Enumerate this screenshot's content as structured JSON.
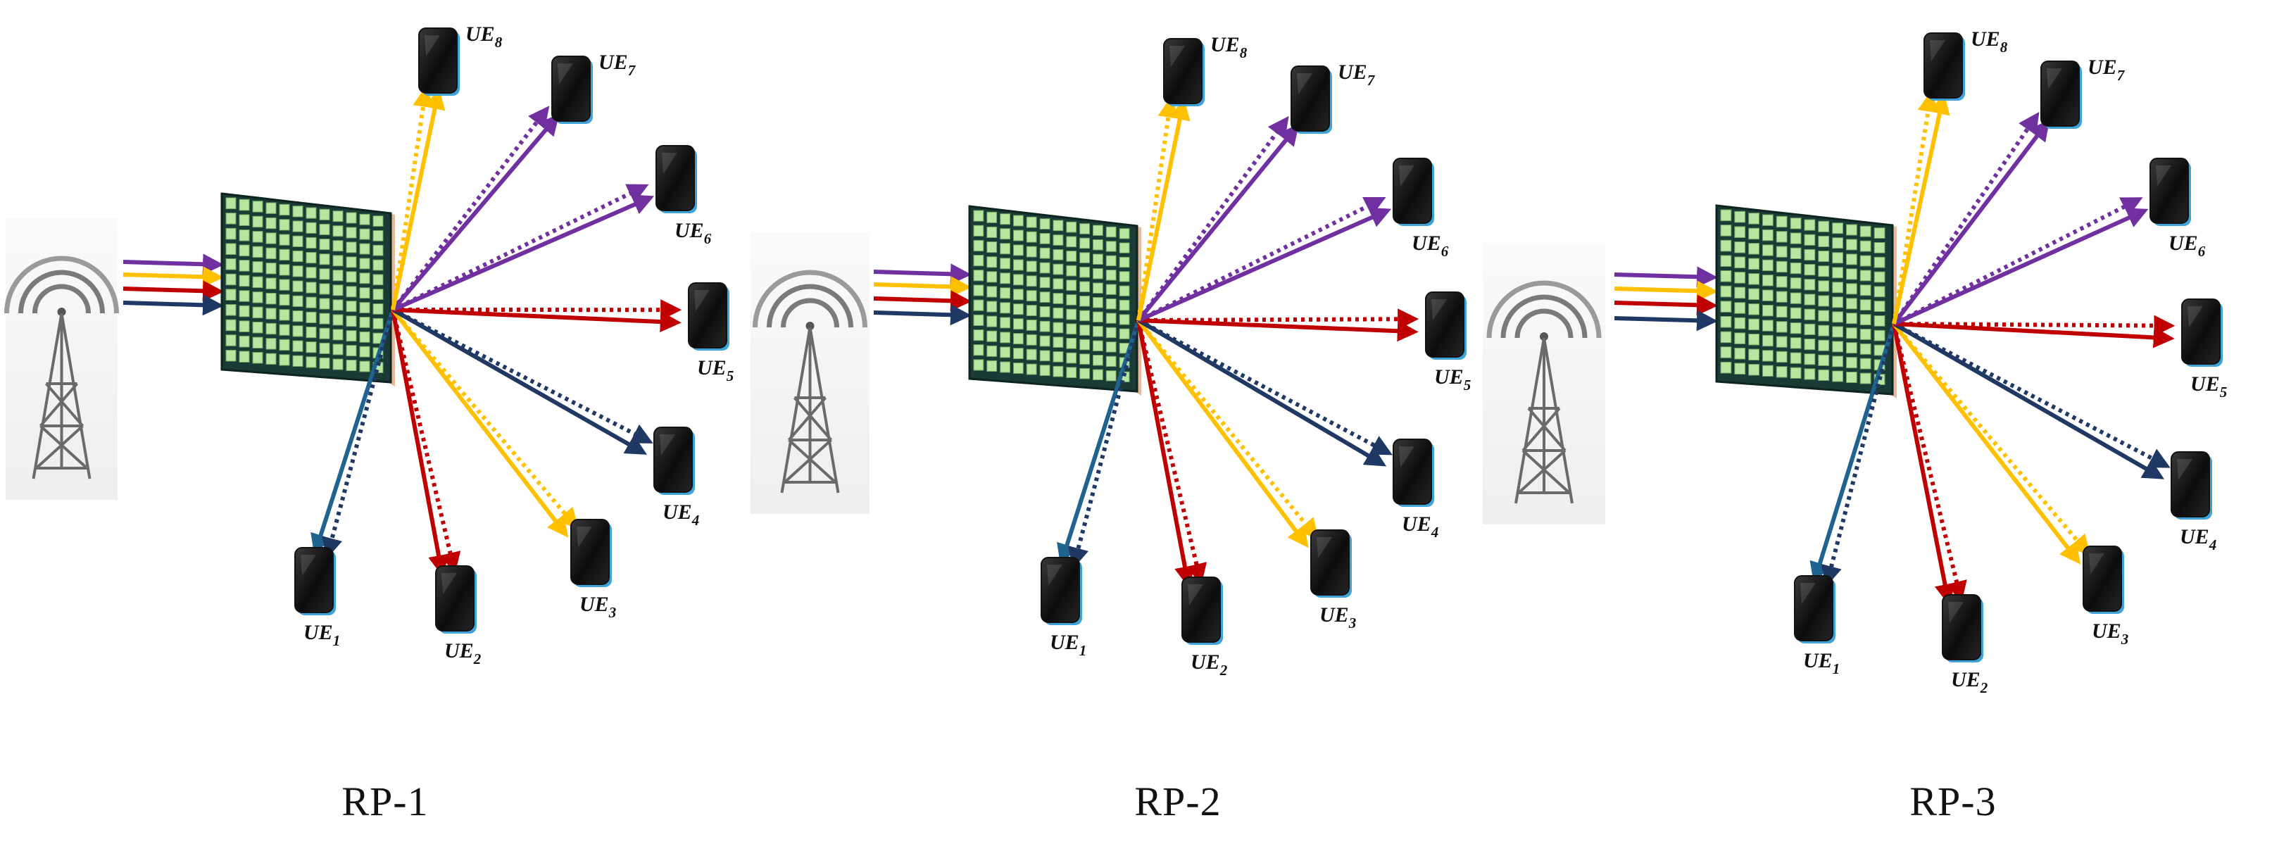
{
  "panels": [
    {
      "label": "RP-1",
      "ues": [
        {
          "name": "UE",
          "sub": "1"
        },
        {
          "name": "UE",
          "sub": "2"
        },
        {
          "name": "UE",
          "sub": "3"
        },
        {
          "name": "UE",
          "sub": "4"
        },
        {
          "name": "UE",
          "sub": "5"
        },
        {
          "name": "UE",
          "sub": "6"
        },
        {
          "name": "UE",
          "sub": "7"
        },
        {
          "name": "UE",
          "sub": "8"
        }
      ]
    },
    {
      "label": "RP-2",
      "ues": [
        {
          "name": "UE",
          "sub": "1"
        },
        {
          "name": "UE",
          "sub": "2"
        },
        {
          "name": "UE",
          "sub": "3"
        },
        {
          "name": "UE",
          "sub": "4"
        },
        {
          "name": "UE",
          "sub": "5"
        },
        {
          "name": "UE",
          "sub": "6"
        },
        {
          "name": "UE",
          "sub": "7"
        },
        {
          "name": "UE",
          "sub": "8"
        }
      ]
    },
    {
      "label": "RP-3",
      "ues": [
        {
          "name": "UE",
          "sub": "1"
        },
        {
          "name": "UE",
          "sub": "2"
        },
        {
          "name": "UE",
          "sub": "3"
        },
        {
          "name": "UE",
          "sub": "4"
        },
        {
          "name": "UE",
          "sub": "5"
        },
        {
          "name": "UE",
          "sub": "6"
        },
        {
          "name": "UE",
          "sub": "7"
        },
        {
          "name": "UE",
          "sub": "8"
        }
      ]
    }
  ],
  "colors": {
    "purple": "#7030a0",
    "yellow": "#ffc000",
    "red": "#c00000",
    "navy": "#1f3864",
    "teal": "#1f6391",
    "ris_cell": "#b8e6a0",
    "ris_frame": "#1a3a35"
  },
  "icons": [
    "base-station-tower-icon",
    "ris-panel-icon",
    "user-equipment-icon"
  ]
}
